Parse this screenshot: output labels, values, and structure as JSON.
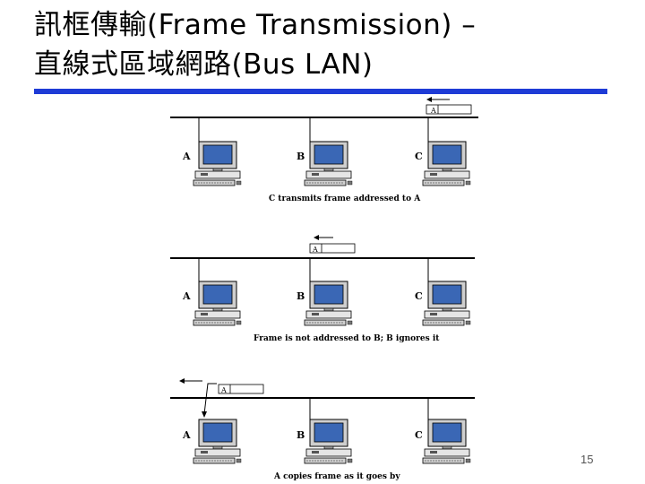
{
  "slide": {
    "title_line1": "訊框傳輸(Frame Transmission) –",
    "title_line2": "直線式區域網路(Bus LAN)",
    "page_number": "15",
    "accent_color": "#1e3bd6"
  },
  "panels": [
    {
      "stations": [
        "A",
        "B",
        "C"
      ],
      "frame_label": "A",
      "frame_direction": "left",
      "caption": "C transmits frame addressed to A"
    },
    {
      "stations": [
        "A",
        "B",
        "C"
      ],
      "frame_label": "A",
      "frame_direction": "left",
      "caption": "Frame is not addressed to B; B ignores it"
    },
    {
      "stations": [
        "A",
        "B",
        "C"
      ],
      "frame_label": "A",
      "frame_direction": "left",
      "caption": "A copies frame as it goes by"
    }
  ],
  "icons": {
    "station": "computer-workstation-icon",
    "arrow": "arrow-left-icon"
  }
}
